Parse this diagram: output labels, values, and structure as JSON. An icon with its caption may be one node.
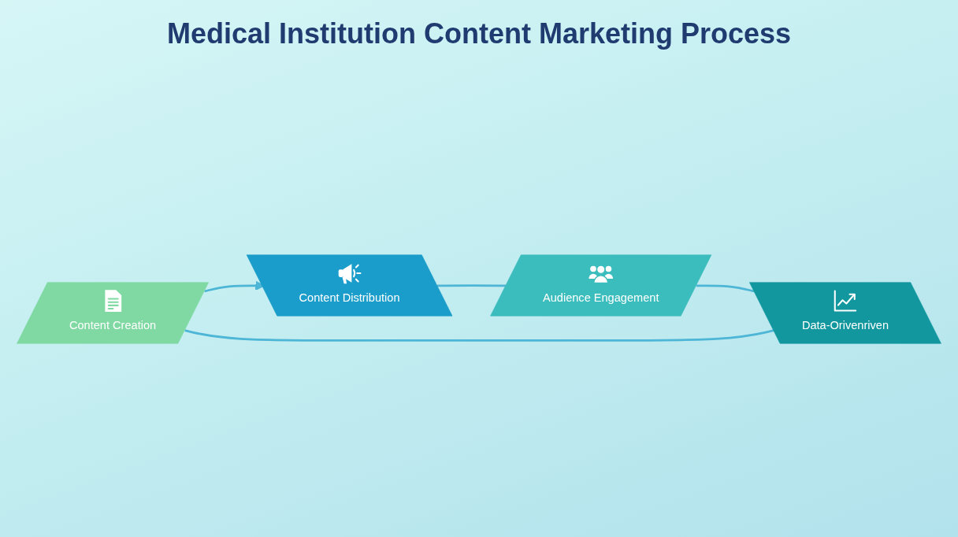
{
  "diagram": {
    "title": "Medical Institution Content Marketing Process",
    "nodes": [
      {
        "text": [
          "Content Creation"
        ]
      },
      {
        "text": [
          "Content Distribution"
        ]
      },
      {
        "text": [
          "Data-Orivenriven"
        ]
      },
      {
        "text": [
          "Audience Engagement"
        ]
      }
    ],
    "edges": [
      {
        "from": 0,
        "to": 1,
        "arrow": "to"
      },
      {
        "from": 1,
        "to": 3,
        "arrow": "none"
      },
      {
        "from": 3,
        "to": 2,
        "arrow": "none"
      },
      {
        "from": 2,
        "to": 0,
        "arrow": "none"
      }
    ]
  }
}
